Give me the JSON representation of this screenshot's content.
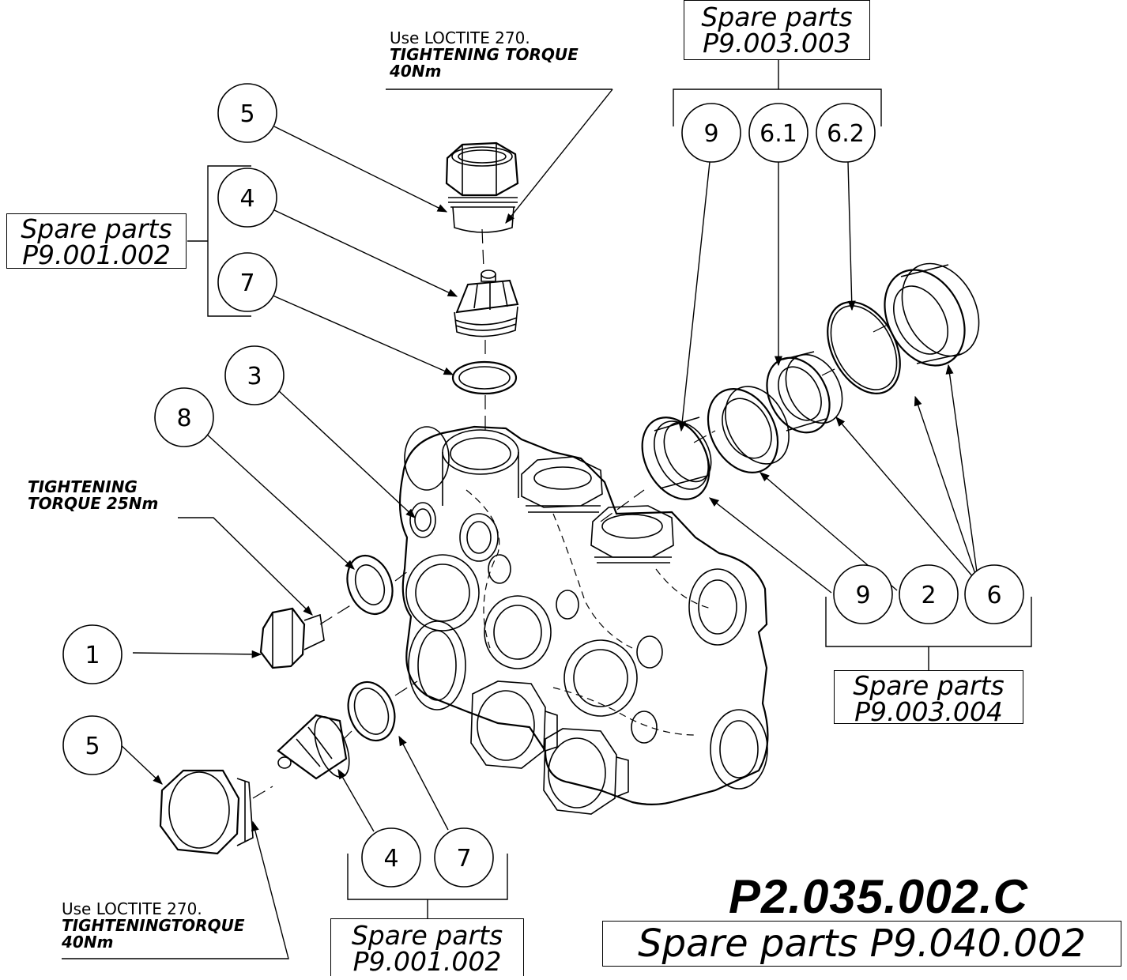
{
  "drawing_code": "P2.035.002.C",
  "kit_label": "Spare parts P9.040.002",
  "kit_boxes": [
    {
      "line1": "Spare parts",
      "line2": "P9.003.003"
    },
    {
      "line1": "Spare parts",
      "line2": "P9.001.002"
    },
    {
      "line1": "Spare parts",
      "line2": "P9.003.004"
    },
    {
      "line1": "Spare parts",
      "line2": "P9.001.002"
    }
  ],
  "notes": {
    "top": {
      "line1": "Use LOCTITE 270.",
      "line2": "TIGHTENING TORQUE",
      "line3": "40Nm"
    },
    "left": {
      "line1": "TIGHTENING",
      "line2": "TORQUE 25Nm"
    },
    "bottom": {
      "line1": "Use LOCTITE 270.",
      "line2": "TIGHTENINGTORQUE",
      "line3": "40Nm"
    }
  },
  "balloons": {
    "top5": "5",
    "top4": "4",
    "top7": "7",
    "b3": "3",
    "b8": "8",
    "b1": "1",
    "bot5": "5",
    "bot4": "4",
    "bot7": "7",
    "r9a": "9",
    "r61": "6.1",
    "r62": "6.2",
    "r9b": "9",
    "r2": "2",
    "r6": "6"
  },
  "colors": {
    "line": "#000000",
    "background": "#ffffff"
  }
}
